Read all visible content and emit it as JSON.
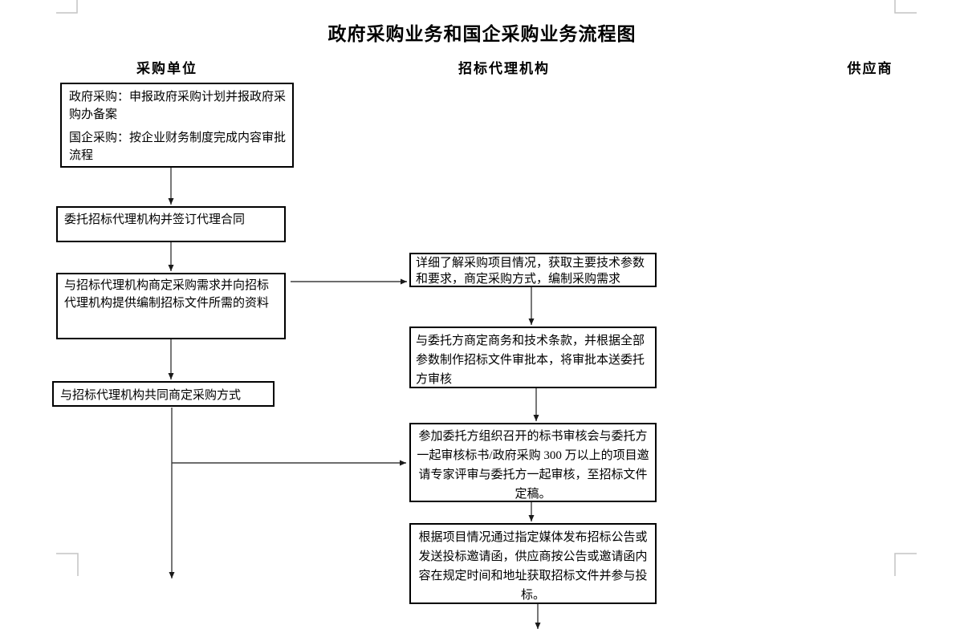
{
  "title": "政府采购业务和国企采购业务流程图",
  "columns": {
    "left": "采购单位",
    "middle": "招标代理机构",
    "right": "供应商"
  },
  "flow": {
    "left": [
      {
        "paragraphs": [
          "政府采购：申报政府采购计划并报政府采购办备案",
          "国企采购：按企业财务制度完成内容审批流程"
        ]
      },
      {
        "text": "委托招标代理机构并签订代理合同"
      },
      {
        "text": "与招标代理机构商定采购需求并向招标代理机构提供编制招标文件所需的资料"
      },
      {
        "text": "与招标代理机构共同商定采购方式"
      }
    ],
    "middle": [
      {
        "text": "详细了解采购项目情况，获取主要技术参数和要求，商定采购方式，编制采购需求"
      },
      {
        "text": "与委托方商定商务和技术条款，并根据全部参数制作招标文件审批本，将审批本送委托方审核"
      },
      {
        "text": "参加委托方组织召开的标书审核会与委托方一起审核标书/政府采购 300 万以上的项目邀请专家评审与委托方一起审核，至招标文件定稿。"
      },
      {
        "text": "根据项目情况通过指定媒体发布招标公告或发送投标邀请函，供应商按公告或邀请函内容在规定时间和地址获取招标文件并参与投标。"
      }
    ]
  },
  "colors": {
    "background": "#ffffff",
    "box_border": "#000000",
    "text": "#000000",
    "connector": "#3d3d3d",
    "arrowhead": "#1a1a1a",
    "crop_mark": "#c4c4c4"
  }
}
